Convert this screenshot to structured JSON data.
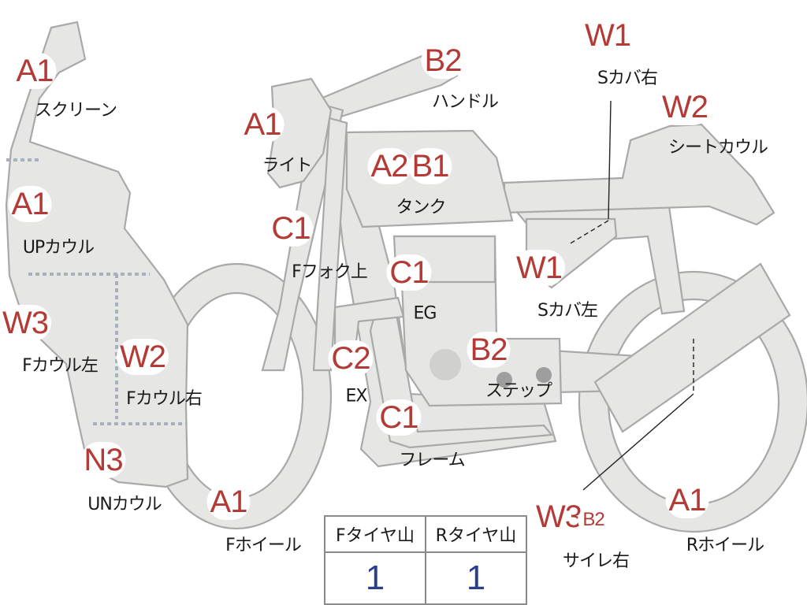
{
  "parts": [
    {
      "id": "screen",
      "label": "スクリーン",
      "grades": [
        "A1"
      ]
    },
    {
      "id": "up-cowl",
      "label": "UPカウル",
      "grades": [
        "A1"
      ]
    },
    {
      "id": "f-cowl-left",
      "label": "Fカウル左",
      "grades": [
        "W3"
      ]
    },
    {
      "id": "f-cowl-right",
      "label": "Fカウル右",
      "grades": [
        "W2"
      ]
    },
    {
      "id": "un-cowl",
      "label": "UNカウル",
      "grades": [
        "N3"
      ]
    },
    {
      "id": "f-wheel",
      "label": "Fホイール",
      "grades": [
        "A1"
      ]
    },
    {
      "id": "light",
      "label": "ライト",
      "grades": [
        "A1"
      ]
    },
    {
      "id": "f-fork-upper",
      "label": "Fフォク上",
      "grades": [
        "C1"
      ]
    },
    {
      "id": "handle",
      "label": "ハンドル",
      "grades": [
        "B2"
      ]
    },
    {
      "id": "tank",
      "label": "タンク",
      "grades": [
        "A2",
        "B1"
      ]
    },
    {
      "id": "engine",
      "label": "EG",
      "grades": [
        "C1"
      ]
    },
    {
      "id": "exhaust",
      "label": "EX",
      "grades": [
        "C2"
      ]
    },
    {
      "id": "frame",
      "label": "フレーム",
      "grades": [
        "C1"
      ]
    },
    {
      "id": "step",
      "label": "ステップ",
      "grades": [
        "B2"
      ]
    },
    {
      "id": "s-cover-left",
      "label": "Sカバ左",
      "grades": [
        "W1"
      ]
    },
    {
      "id": "s-cover-right",
      "label": "Sカバ右",
      "grades": [
        "W1"
      ]
    },
    {
      "id": "seat-cowl",
      "label": "シートカウル",
      "grades": [
        "W2"
      ]
    },
    {
      "id": "muffler-right",
      "label": "サイレ右",
      "grades": [
        "W3",
        "B2"
      ]
    },
    {
      "id": "r-wheel",
      "label": "Rホイール",
      "grades": [
        "A1"
      ]
    }
  ],
  "tire_table": {
    "headers": [
      "Fタイヤ山",
      "Rタイヤ山"
    ],
    "values": [
      "1",
      "1"
    ]
  },
  "colors": {
    "grade": "#b43a36",
    "tire_value": "#2b3f8c",
    "part_fill": "#e6e6e4",
    "part_stroke": "#a9a9a9"
  }
}
